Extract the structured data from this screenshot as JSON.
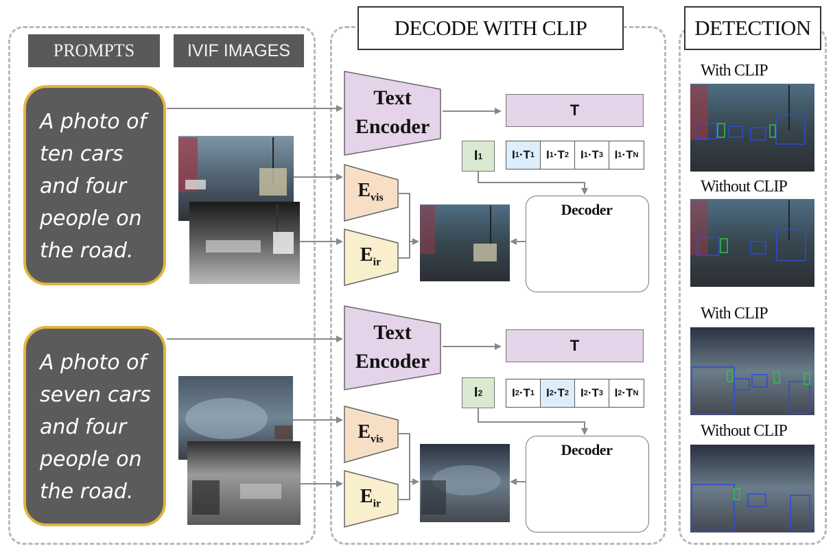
{
  "headers": {
    "prompts": "PROMPTS",
    "ivif_images": "IVIF IMAGES",
    "decode": "DECODE WITH CLIP",
    "detection": "DETECTION"
  },
  "rows": [
    {
      "prompt": "A photo of\nten cars\nand four\npeople on\nthe road.",
      "text_encoder": "Text\nEncoder",
      "t_label": "T",
      "image_token": "I",
      "image_token_sub": "1",
      "similarity_cells": [
        {
          "i": "I",
          "isub": "1",
          "t": "T",
          "tsub": "1"
        },
        {
          "i": "I",
          "isub": "1",
          "t": "T",
          "tsub": "2"
        },
        {
          "i": "I",
          "isub": "1",
          "t": "T",
          "tsub": "3"
        },
        {
          "i": "I",
          "isub": "1",
          "t": "T",
          "tsub": "N"
        }
      ],
      "highlight_index": 0,
      "decoder_label": "Decoder",
      "evis": "E",
      "evis_sub": "vis",
      "eir": "E",
      "eir_sub": "ir"
    },
    {
      "prompt": "A photo of\nseven cars\nand four\npeople on\nthe road.",
      "text_encoder": "Text\nEncoder",
      "t_label": "T",
      "image_token": "I",
      "image_token_sub": "2",
      "similarity_cells": [
        {
          "i": "I",
          "isub": "2",
          "t": "T",
          "tsub": "1"
        },
        {
          "i": "I",
          "isub": "2",
          "t": "T",
          "tsub": "2"
        },
        {
          "i": "I",
          "isub": "2",
          "t": "T",
          "tsub": "3"
        },
        {
          "i": "I",
          "isub": "2",
          "t": "T",
          "tsub": "N"
        }
      ],
      "highlight_index": 1,
      "decoder_label": "Decoder",
      "evis": "E",
      "evis_sub": "vis",
      "eir": "E",
      "eir_sub": "ir"
    }
  ],
  "detection_labels": [
    "With CLIP",
    "Without CLIP",
    "With CLIP",
    "Without CLIP"
  ],
  "colors": {
    "prompt_fill": "#5b5b5b",
    "prompt_border": "#e1b53f",
    "encoder_fill": "#e4d3e9",
    "evis_fill": "#f7dfc6",
    "eir_fill": "#f9efcc",
    "token_fill": "#d9ead0",
    "highlight_cell": "#ddeefa",
    "arrow": "#888888",
    "detection_box": "#2f4bd6",
    "detection_box_person": "#31c24a"
  }
}
